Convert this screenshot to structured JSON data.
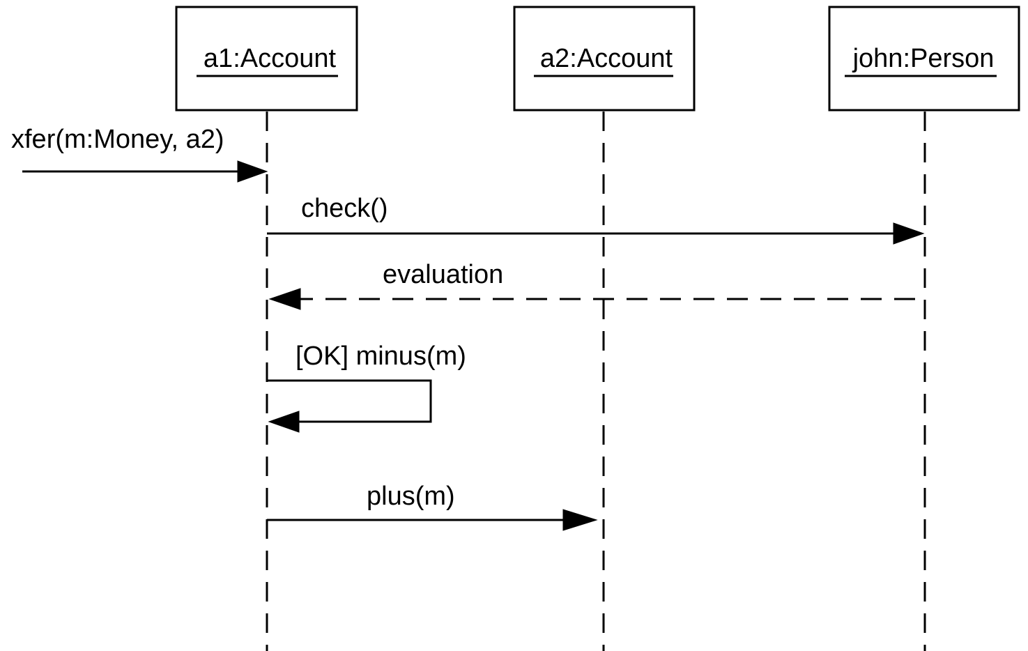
{
  "participants": [
    {
      "name": "a1:Account"
    },
    {
      "name": "a2:Account"
    },
    {
      "name": "john:Person"
    }
  ],
  "messages": [
    {
      "label": "xfer(m:Money, a2)"
    },
    {
      "label": "check()"
    },
    {
      "label": "evaluation"
    },
    {
      "label": "[OK] minus(m)"
    },
    {
      "label": "plus(m)"
    }
  ]
}
